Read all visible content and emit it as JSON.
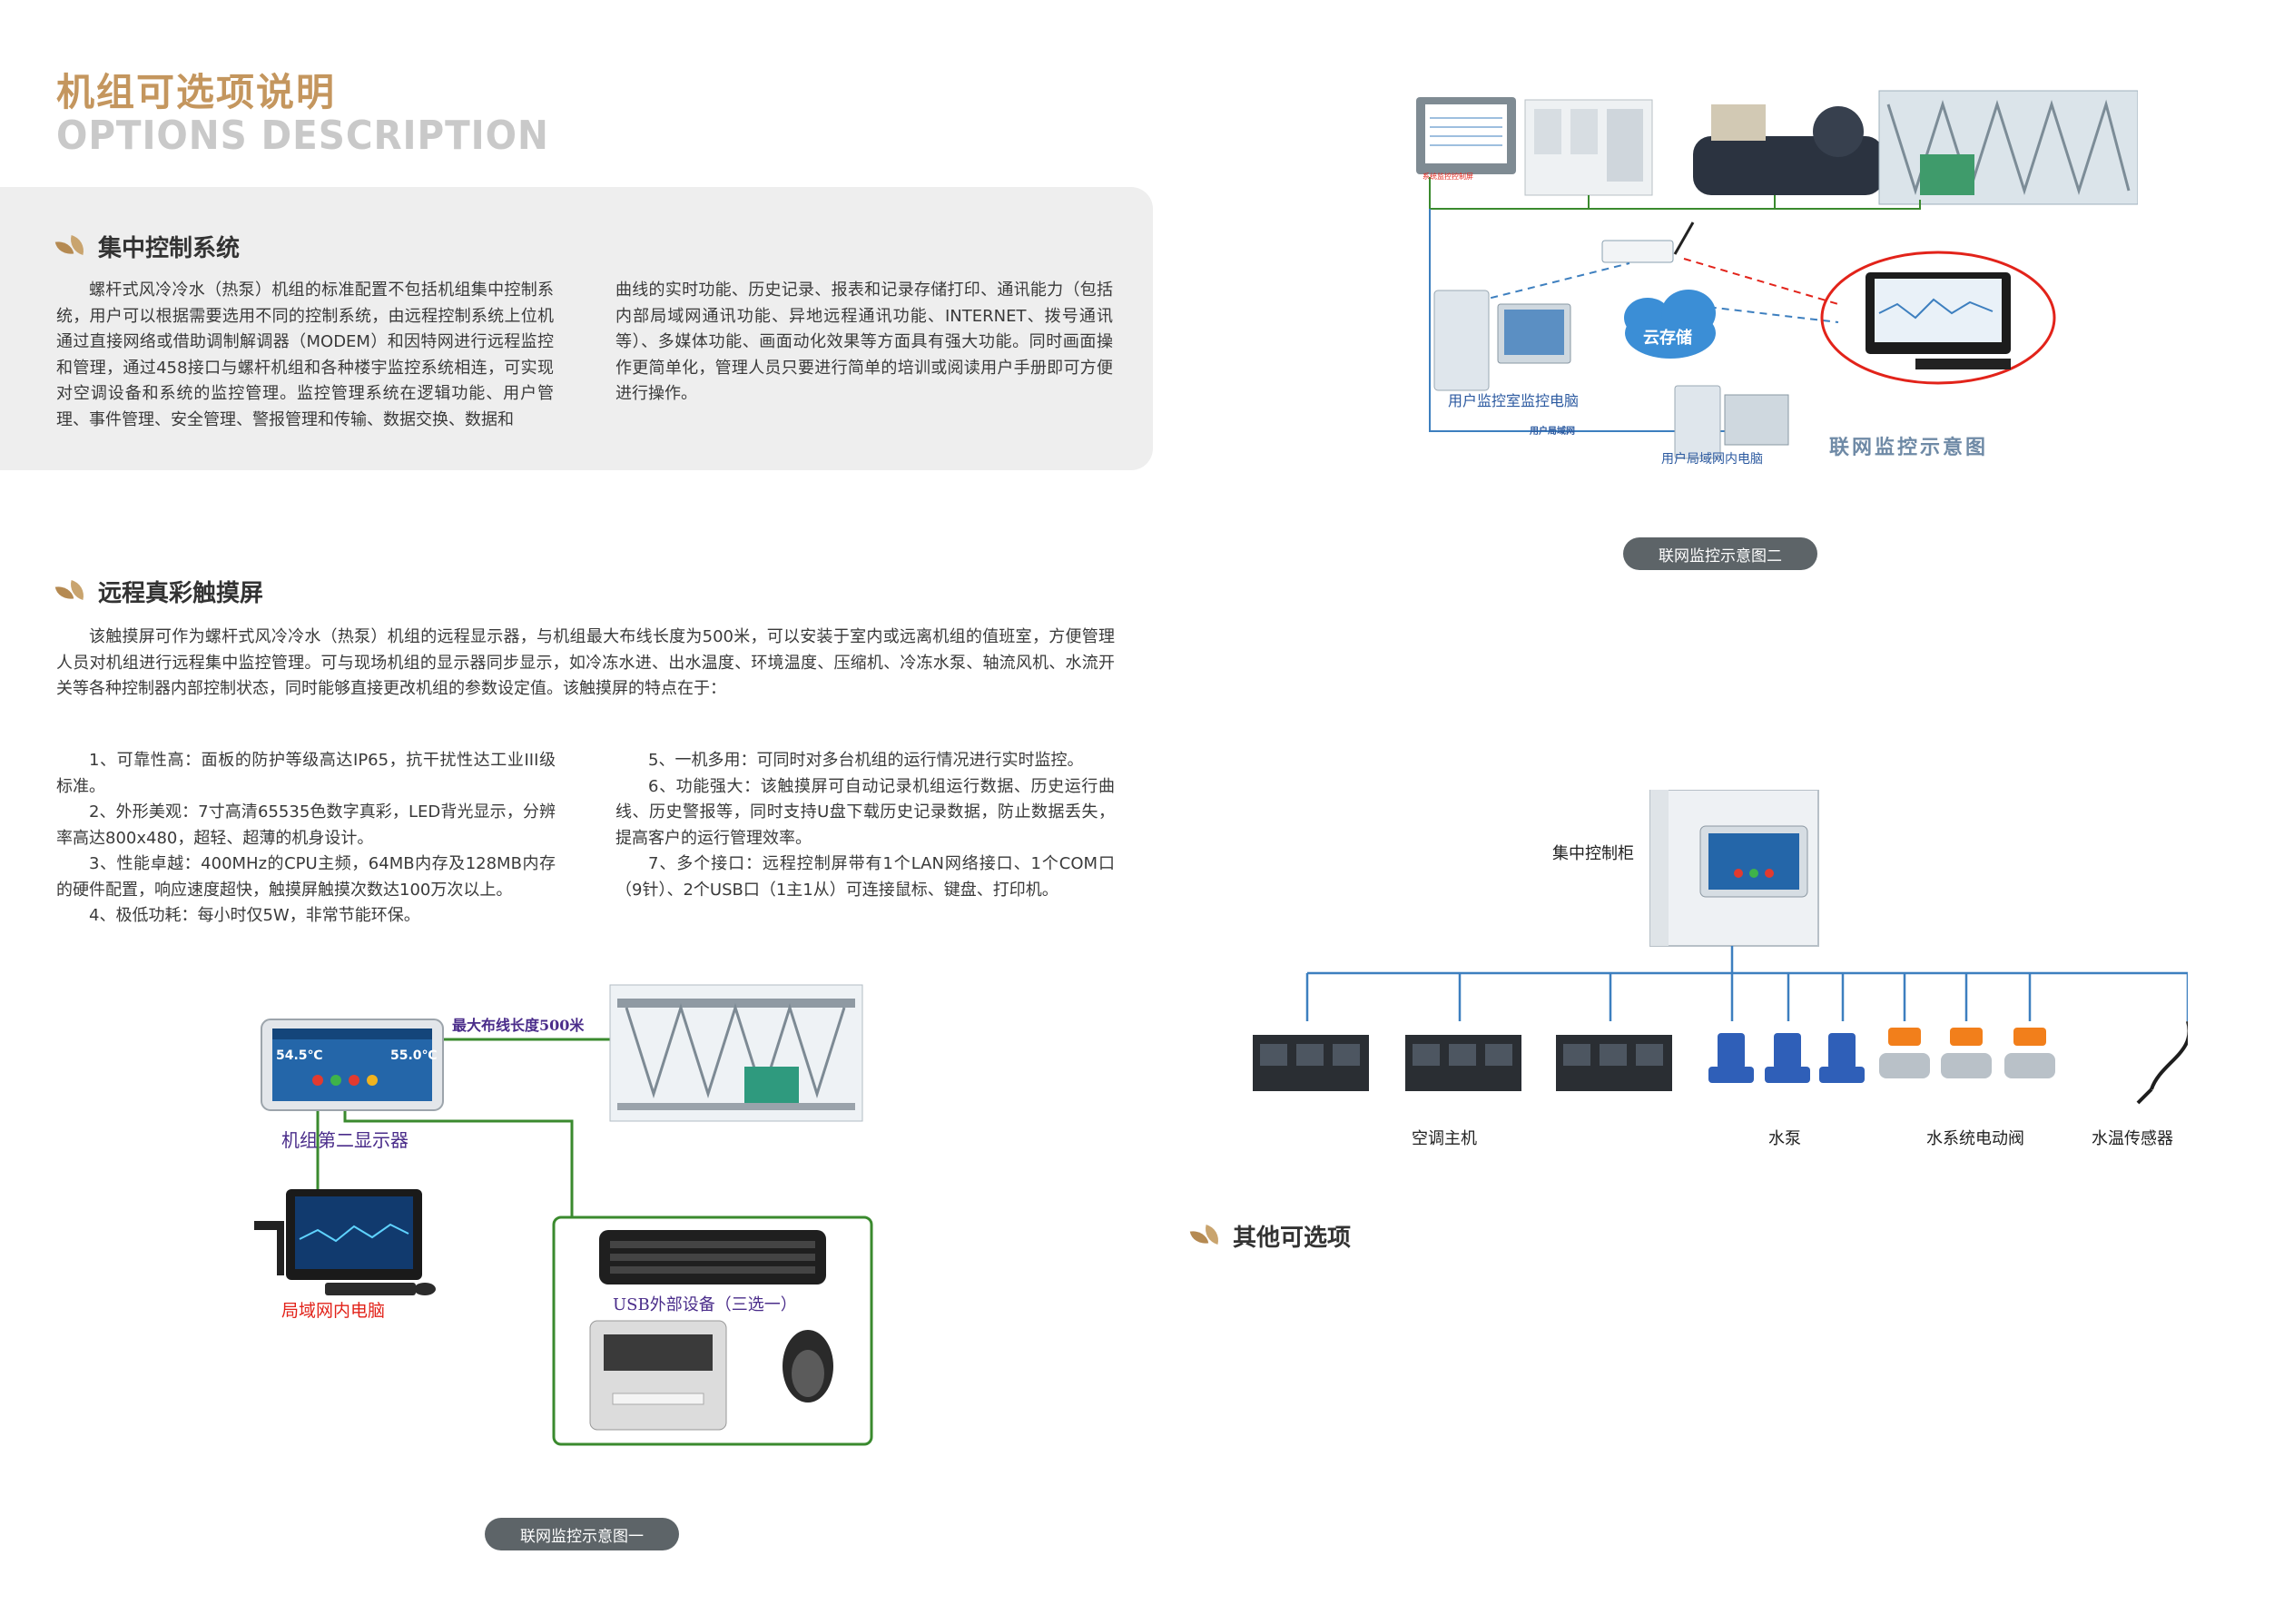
{
  "header": {
    "title_cn": "机组可选项说明",
    "title_en": "OPTIONS DESCRIPTION"
  },
  "section1": {
    "title": "集中控制系统",
    "col1": "螺杆式风冷冷水（热泵）机组的标准配置不包括机组集中控制系统，用户可以根据需要选用不同的控制系统，由远程控制系统上位机通过直接网络或借助调制解调器（MODEM）和因特网进行远程监控和管理，通过458接口与螺杆机组和各种楼宇监控系统相连，可实现对空调设备和系统的监控管理。监控管理系统在逻辑功能、用户管理、事件管理、安全管理、警报管理和传输、数据交换、数据和",
    "col2": "曲线的实时功能、历史记录、报表和记录存储打印、通讯能力（包括内部局域网通讯功能、异地远程通讯功能、INTERNET、拨号通讯等）、多媒体功能、画面动化效果等方面具有强大功能。同时画面操作更简单化，管理人员只要进行简单的培训或阅读用户手册即可方便进行操作。"
  },
  "section2": {
    "title": "远程真彩触摸屏",
    "intro": "该触摸屏可作为螺杆式风冷冷水（热泵）机组的远程显示器，与机组最大布线长度为500米，可以安装于室内或远离机组的值班室，方便管理人员对机组进行远程集中监控管理。可与现场机组的显示器同步显示，如冷冻水进、出水温度、环境温度、压缩机、冷冻水泵、轴流风机、水流开关等各种控制器内部控制状态，同时能够直接更改机组的参数设定值。该触摸屏的特点在于：",
    "col1": [
      "1、可靠性高：面板的防护等级高达IP65，抗干扰性达工业III级标准。",
      "2、外形美观：7寸高清65535色数字真彩，LED背光显示，分辨率高达800x480，超轻、超薄的机身设计。",
      "3、性能卓越：400MHz的CPU主频，64MB内存及128MB内存的硬件配置，响应速度超快，触摸屏触摸次数达100万次以上。",
      "4、极低功耗：每小时仅5W，非常节能环保。"
    ],
    "col2": [
      "5、一机多用：可同时对多台机组的运行情况进行实时监控。",
      "6、功能强大：该触摸屏可自动记录机组运行数据、历史运行曲线、历史警报等，同时支持U盘下载历史记录数据，防止数据丢失，提高客户的运行管理效率。",
      "7、多个接口：远程控制屏带有1个LAN网络接口、1个COM口（9针）、2个USB口（1主1从）可连接鼠标、键盘、打印机。"
    ]
  },
  "diagram1": {
    "cable_label": "最大布线长度500米",
    "display_label": "机组第二显示器",
    "usb_label": "USB外部设备（三选一）",
    "pc_label": "局域网内电脑",
    "screen_left_temp": "54.5℃",
    "screen_right_temp": "55.0℃",
    "caption": "联网监控示意图一"
  },
  "diagram2": {
    "ctrl_room_label": "用户监控室监控电脑",
    "lan_label": "用户局域网",
    "lan_pc_label": "用户局域网内电脑",
    "cloud_label": "云存储",
    "title": "联网监控示意图",
    "caption": "联网监控示意图二"
  },
  "diagram3": {
    "cabinet_label": "集中控制柜",
    "devices": [
      "空调主机",
      "水泵",
      "水系统电动阀",
      "水温传感器"
    ]
  },
  "section3": {
    "title": "其他可选项"
  },
  "colors": {
    "accent": "#c4965e",
    "line_green": "#3a8a2e",
    "line_blue": "#3d7fbf",
    "pill": "#5d6468"
  }
}
